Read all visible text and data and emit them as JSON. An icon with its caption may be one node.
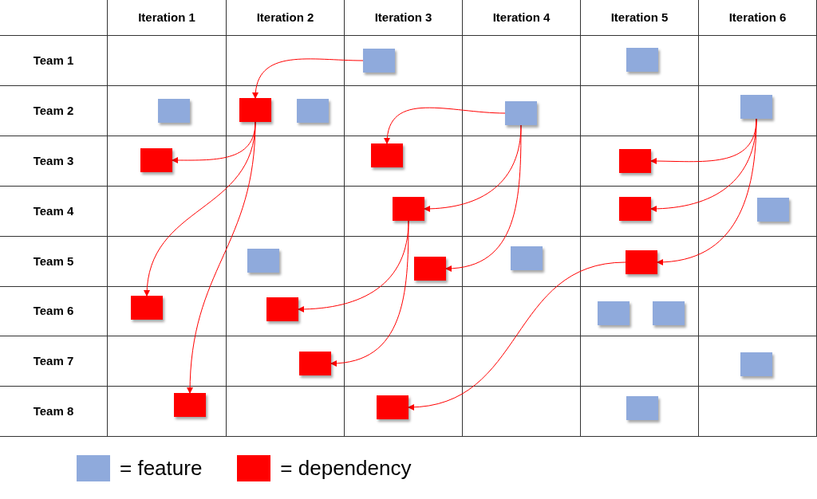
{
  "diagram": {
    "nodes": [
      {
        "text": [],
        "shape": "box"
      },
      {
        "text": [],
        "shape": "box"
      },
      {
        "text": [],
        "shape": "box"
      },
      {
        "text": [],
        "shape": "box"
      },
      {
        "text": [],
        "shape": "box"
      },
      {
        "text": [],
        "shape": "box"
      },
      {
        "text": [],
        "shape": "box"
      },
      {
        "text": [],
        "shape": "box"
      },
      {
        "text": [],
        "shape": "box"
      },
      {
        "text": [],
        "shape": "box"
      },
      {
        "text": [],
        "shape": "box"
      },
      {
        "text": [],
        "shape": "box"
      },
      {
        "text": [],
        "shape": "box"
      },
      {
        "text": [],
        "shape": "box"
      },
      {
        "text": [],
        "shape": "box"
      },
      {
        "text": [],
        "shape": "box"
      },
      {
        "text": [],
        "shape": "box"
      },
      {
        "text": [],
        "shape": "box"
      },
      {
        "text": [],
        "shape": "box"
      },
      {
        "text": [],
        "shape": "box"
      },
      {
        "text": [],
        "shape": "box"
      },
      {
        "text": [],
        "shape": "box"
      },
      {
        "text": [],
        "shape": "box"
      },
      {
        "text": [],
        "shape": "box"
      },
      {
        "text": [],
        "shape": "box"
      },
      {
        "text": [],
        "shape": "box"
      }
    ],
    "edges": [
      {
        "from": 0,
        "to": 3,
        "arrow": "to"
      },
      {
        "from": 3,
        "to": 7,
        "arrow": "to"
      },
      {
        "from": 3,
        "to": 17,
        "arrow": "to"
      },
      {
        "from": 3,
        "to": 23,
        "arrow": "to"
      },
      {
        "from": 5,
        "to": 8,
        "arrow": "to"
      },
      {
        "from": 5,
        "to": 10,
        "arrow": "to"
      },
      {
        "from": 5,
        "to": 14,
        "arrow": "to"
      },
      {
        "from": 10,
        "to": 18,
        "arrow": "to"
      },
      {
        "from": 10,
        "to": 21,
        "arrow": "to"
      },
      {
        "from": 6,
        "to": 9,
        "arrow": "to"
      },
      {
        "from": 6,
        "to": 11,
        "arrow": "to"
      },
      {
        "from": 6,
        "to": 16,
        "arrow": "to"
      },
      {
        "from": 16,
        "to": 24,
        "arrow": "to"
      }
    ],
    "labels": [
      "Iteration 1",
      "Iteration 2",
      "Iteration 3",
      "Iteration 4",
      "Iteration 5",
      "Iteration 6",
      "Team 1",
      "Team 2",
      "Team 3",
      "Team 4",
      "Team 5",
      "Team 6",
      "Team 7",
      "Team 8"
    ],
    "legend": [
      {
        "text": "= feature",
        "color": "#8faadc"
      },
      {
        "text": "= dependency",
        "color": "#ff0000"
      }
    ]
  }
}
